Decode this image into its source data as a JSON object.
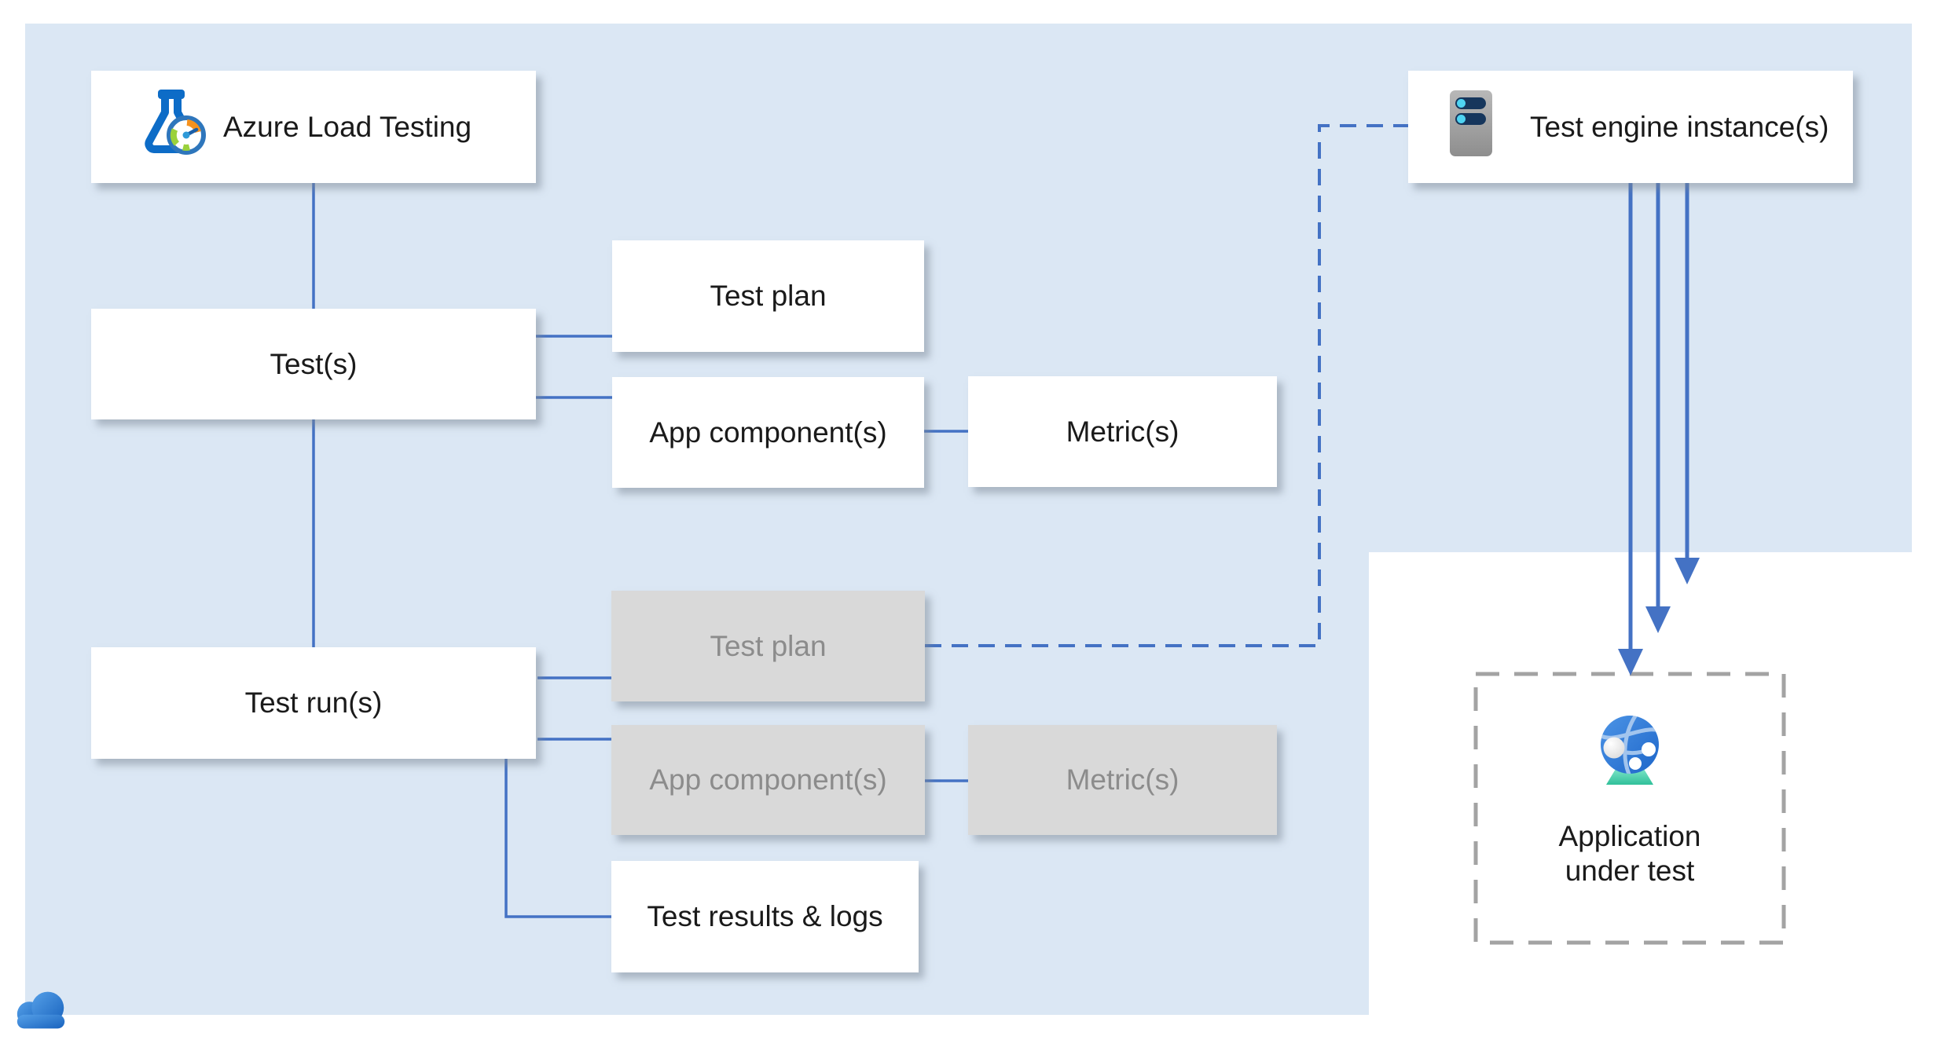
{
  "colors": {
    "background_blue": "#dbe7f4",
    "cutout_white": "#ffffff",
    "connector_blue": "#4472c4",
    "node_fill_active": "#ffffff",
    "node_fill_inactive": "#d9d9d9",
    "node_text_active": "#1a1a1a",
    "node_text_inactive": "#8c8c8c",
    "dashed_border_gray": "#a3a3a3"
  },
  "nodes": {
    "azure_load_testing": {
      "label": "Azure Load Testing",
      "icon": "load-testing-flask-gauge-icon"
    },
    "tests": {
      "label": "Test(s)"
    },
    "test_plan": {
      "label": "Test plan"
    },
    "app_components": {
      "label": "App component(s)"
    },
    "metrics": {
      "label": "Metric(s)"
    },
    "test_runs": {
      "label": "Test run(s)"
    },
    "run_test_plan": {
      "label": "Test plan"
    },
    "run_app_components": {
      "label": "App component(s)"
    },
    "run_metrics": {
      "label": "Metric(s)"
    },
    "test_results": {
      "label": "Test results & logs"
    },
    "test_engine": {
      "label": "Test engine instance(s)",
      "icon": "server-icon"
    },
    "application_under_test": {
      "label": "Application\nunder test",
      "icon": "globe-icon"
    }
  },
  "decorations": {
    "cloud_icon": "cloud-icon"
  }
}
